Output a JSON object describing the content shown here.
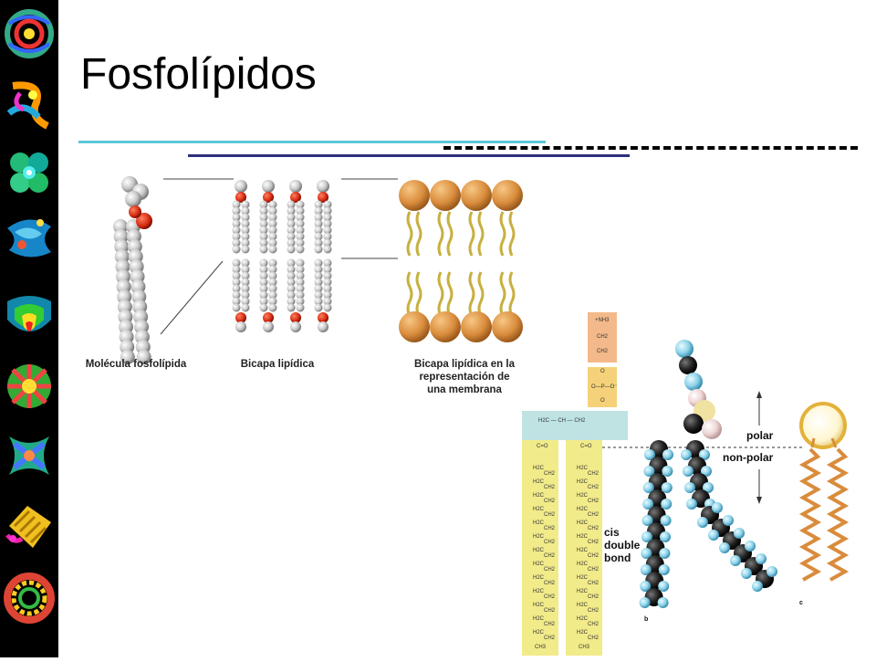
{
  "slide": {
    "title": "Fosfolípidos"
  },
  "figure_left": {
    "captions": {
      "molecule": "Molécula fosfolípida",
      "bilayer": "Bicapa lipídica",
      "membrane_line1": "Bicapa lipídica en la",
      "membrane_line2": "representación de",
      "membrane_line3": "una membrana"
    }
  },
  "figure_right": {
    "labels": {
      "polar": "polar",
      "nonpolar": "non-polar",
      "cis1": "cis",
      "cis2": "double",
      "cis3": "bond",
      "panel_b": "b",
      "panel_c": "c"
    },
    "formula": {
      "nh3": "+NH3",
      "ch2": "CH2",
      "o": "O",
      "p": "O—P—O⁻",
      "glycerol": "H2C — CH — CH2",
      "co": "C=O",
      "ch3": "CH3"
    }
  },
  "colors": {
    "sidebar": "#000000",
    "accent_cyan": "#5bc8d8",
    "accent_navy": "#2d2f7a",
    "head_orange": "#e0a050",
    "tail_yellow": "#c8b040",
    "formula_yellow": "#f2eb8a",
    "formula_teal": "#bfe3e3",
    "formula_orange": "#f3b98a",
    "formula_gold": "#f5d27a"
  },
  "icons": [
    "protein-icon"
  ]
}
